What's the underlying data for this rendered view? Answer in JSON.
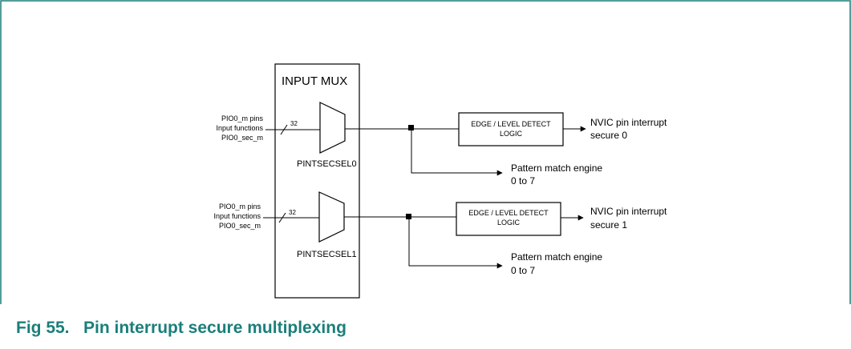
{
  "colors": {
    "frame": "#1a7f7a",
    "caption": "#1a7f7a",
    "lines": "#000000"
  },
  "mux_box_title": "INPUT MUX",
  "bus_width": "32",
  "channels": [
    {
      "inputs": [
        "PIO0_m pins",
        "Input functions",
        "PIO0_sec_m"
      ],
      "mux_label": "PINTSECSEL0",
      "detect": [
        "EDGE / LEVEL DETECT",
        "LOGIC"
      ],
      "nvic": [
        "NVIC pin interrupt",
        "secure 0"
      ],
      "pattern": [
        "Pattern match engine",
        "0 to 7"
      ]
    },
    {
      "inputs": [
        "PIO0_m pins",
        "Input functions",
        "PIO0_sec_m"
      ],
      "mux_label": "PINTSECSEL1",
      "detect": [
        "EDGE / LEVEL DETECT",
        "LOGIC"
      ],
      "nvic": [
        "NVIC pin interrupt",
        "secure 1"
      ],
      "pattern": [
        "Pattern match engine",
        "0 to 7"
      ]
    }
  ],
  "caption": "Fig 55.   Pin interrupt secure multiplexing"
}
